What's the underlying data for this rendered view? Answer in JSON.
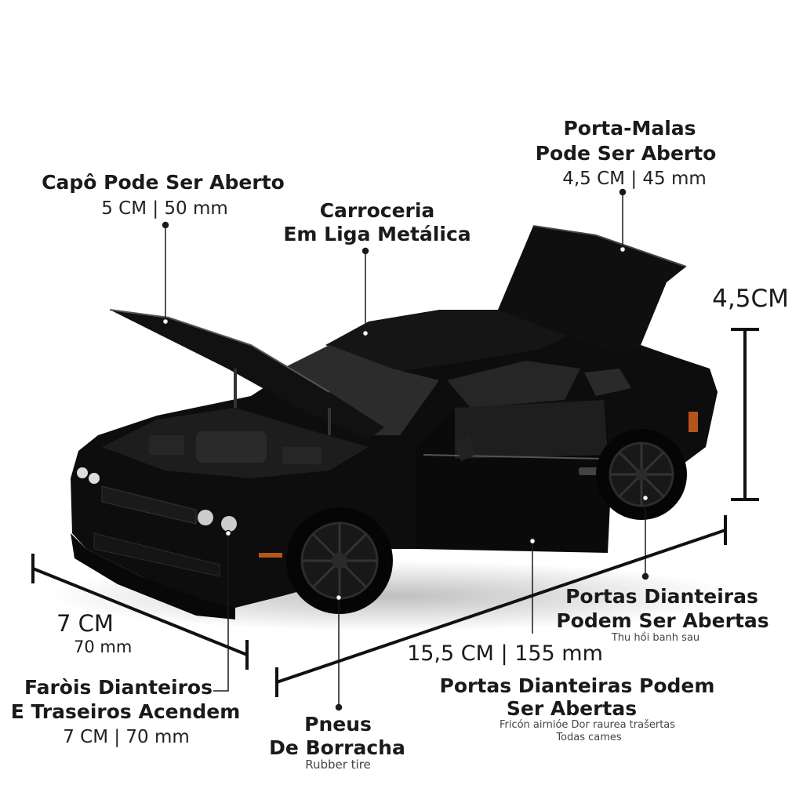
{
  "labels": {
    "hood": {
      "title": "Capô Pode Ser Aberto",
      "dim": "5 CM | 50 mm"
    },
    "body": {
      "title_1": "Carroceria",
      "title_2": "Em Liga Metálica"
    },
    "trunk": {
      "title_1": "Porta-Malas",
      "title_2": "Pode Ser Aberto",
      "dim": "4,5 CM | 45 mm"
    },
    "height": {
      "dim": "4,5CM"
    },
    "width": {
      "dim_1": "7 CM",
      "dim_2": "70 mm"
    },
    "lights": {
      "title_1": "Faròis Dianteiros",
      "title_2": "E Traseiros Acendem",
      "dim": "7 CM | 70 mm"
    },
    "tires": {
      "title_1": "Pneus",
      "title_2": "De Borracha",
      "sub": "Rubber tire"
    },
    "length": {
      "dim": "15,5 CM | 155 mm"
    },
    "doors_right": {
      "title_1": "Portas Dianteiras",
      "title_2": "Podem Ser Abertas",
      "sub": "Thu hồi banh sau"
    },
    "doors_bottom": {
      "title_1": "Portas Dianteiras Podem",
      "title_2": "Ser Abertas",
      "sub_1": "Fricón airnióe Dor raurea trašertas",
      "sub_2": "Todas cames"
    }
  },
  "colors": {
    "car_body": "#0d0d0d",
    "background": "#ffffff",
    "callout": "#1a1a1a"
  }
}
